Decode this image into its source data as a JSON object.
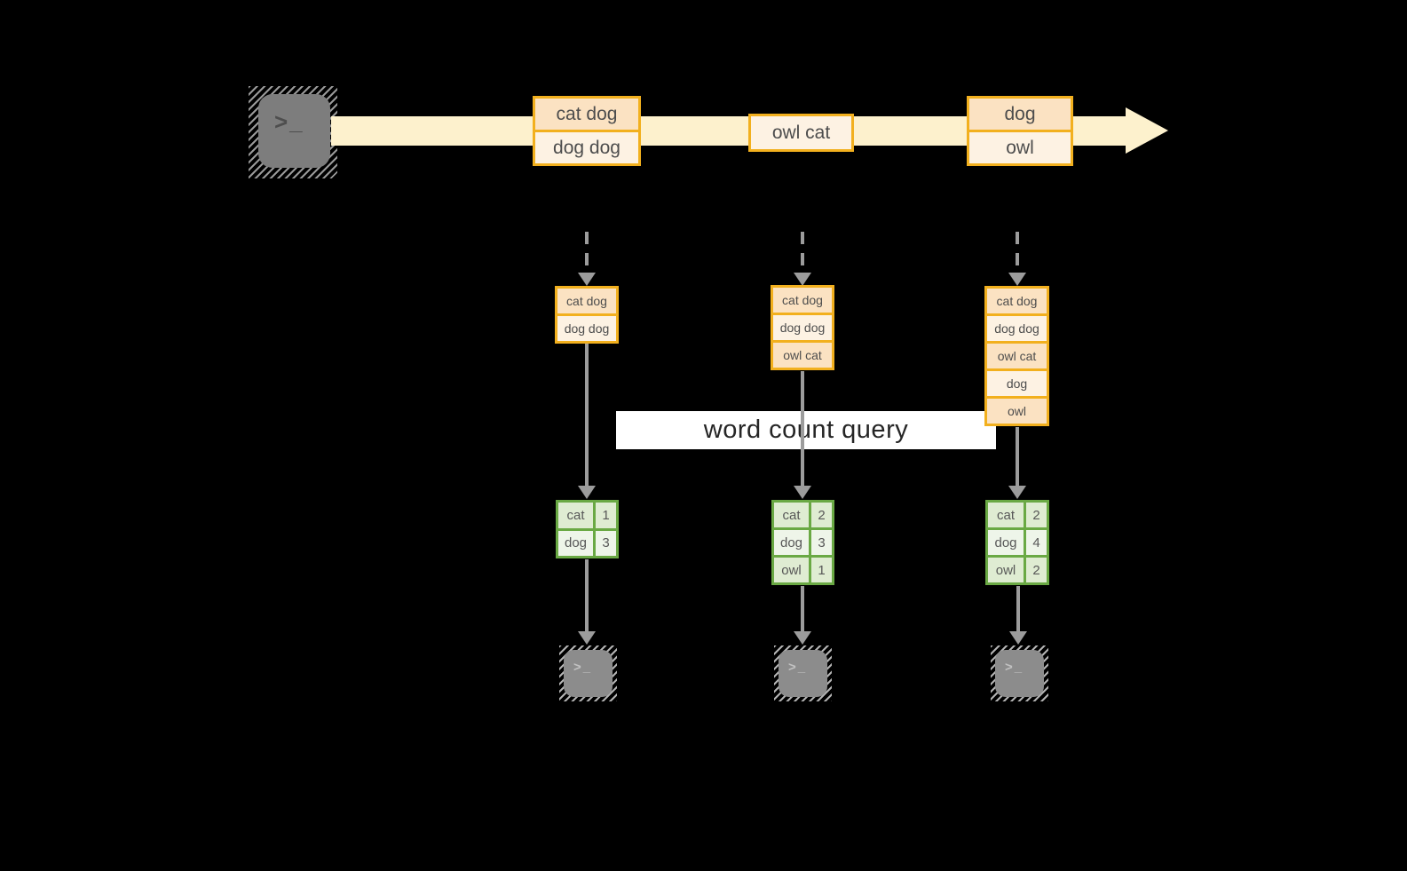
{
  "diagram": {
    "query_label": "word count query",
    "terminal_prompt": ">_",
    "stream_events": [
      {
        "lines": [
          "cat dog",
          "dog dog"
        ]
      },
      {
        "lines": [
          "owl cat"
        ]
      },
      {
        "lines": [
          "dog",
          "owl"
        ]
      }
    ],
    "columns": [
      {
        "buffer": [
          "cat dog",
          "dog dog"
        ],
        "counts": [
          {
            "word": "cat",
            "count": "1"
          },
          {
            "word": "dog",
            "count": "3"
          }
        ]
      },
      {
        "buffer": [
          "cat dog",
          "dog dog",
          "owl cat"
        ],
        "counts": [
          {
            "word": "cat",
            "count": "2"
          },
          {
            "word": "dog",
            "count": "3"
          },
          {
            "word": "owl",
            "count": "1"
          }
        ]
      },
      {
        "buffer": [
          "cat dog",
          "dog dog",
          "owl cat",
          "dog",
          "owl"
        ],
        "counts": [
          {
            "word": "cat",
            "count": "2"
          },
          {
            "word": "dog",
            "count": "4"
          },
          {
            "word": "owl",
            "count": "2"
          }
        ]
      }
    ]
  },
  "colors": {
    "background": "#000000",
    "stream_band": "#fdf1cd",
    "amber_border": "#f2b01e",
    "peach_fill": "#fbe2c2",
    "cream_fill": "#fdf2e3",
    "green_border": "#6aa944",
    "green_light_fill": "#dfecd2",
    "green_pale_fill": "#eef5e9",
    "arrow_gray": "#9c9c9c",
    "query_band": "#ffffff"
  }
}
